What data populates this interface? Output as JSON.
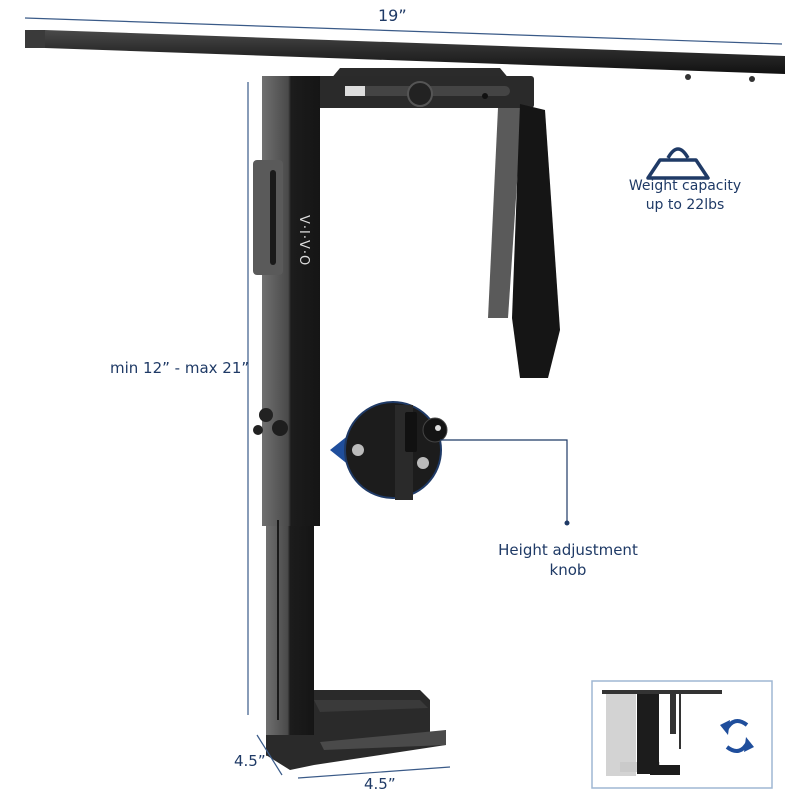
{
  "dimensions": {
    "width_label": "19”",
    "height_label": "min 12” - max 21”",
    "depth_label": "4.5”",
    "base_width_label": "4.5”"
  },
  "features": {
    "weight": {
      "icon": "weight-icon",
      "line1": "Weight capacity",
      "line2": "up to 22lbs"
    },
    "knob": {
      "line1": "Height adjustment",
      "line2": "knob"
    },
    "swivel": {
      "icon": "rotate-arrows-icon"
    }
  },
  "product": {
    "brand_mark": "V·I·V·O"
  },
  "colors": {
    "accent": "#1f4e9c",
    "label_text": "#1f3a66",
    "metal_dark": "#1e1e1e",
    "metal_mid": "#3c3c3c",
    "metal_light": "#6a6a6a",
    "inset_border": "#9fb7d3"
  }
}
